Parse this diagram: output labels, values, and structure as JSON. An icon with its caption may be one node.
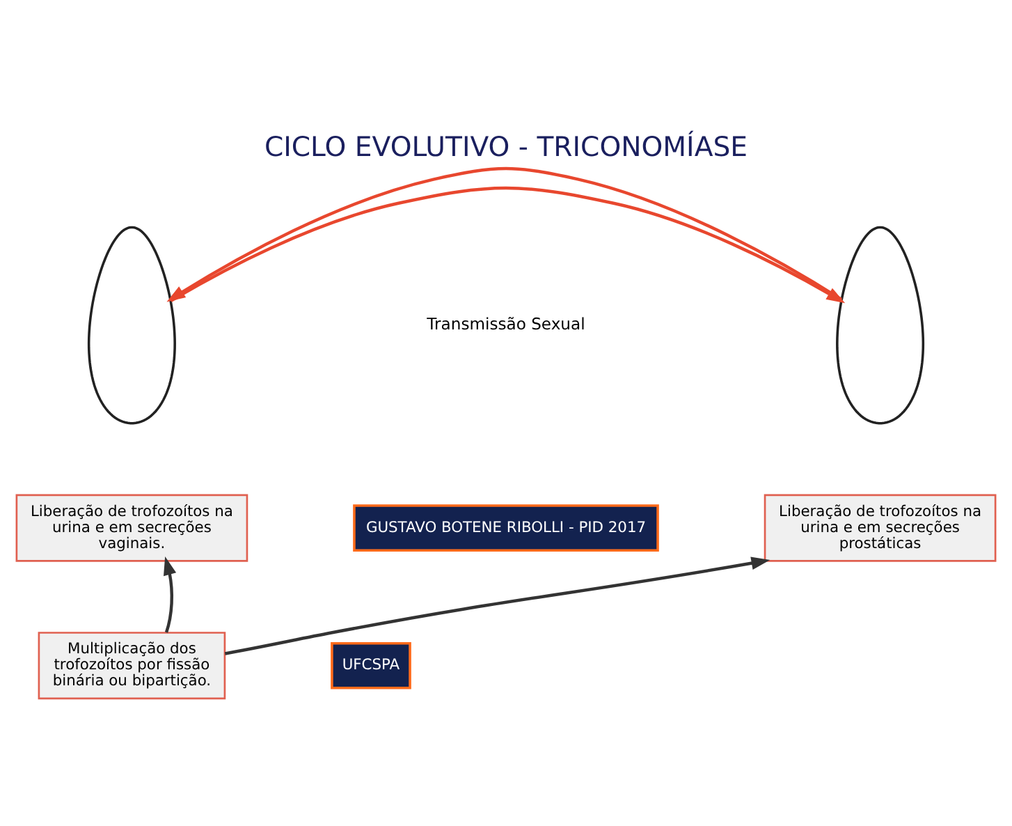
{
  "diagram": {
    "title": "CICLO EVOLUTIVO - TRICONOMÍASE",
    "nodes": [
      {
        "text": [],
        "shape": "person"
      },
      {
        "text": [],
        "shape": "person"
      },
      {
        "text": [
          "Liberação de trofozoítos na urina e em secreções vaginais."
        ]
      },
      {
        "text": [
          "Liberação de trofozoítos na urina e em secreções prostáticas"
        ]
      },
      {
        "text": [
          "Multiplicação dos trofozoítos por fissão binária ou bipartição."
        ]
      }
    ],
    "edges": [
      {
        "from": 0,
        "to": 1,
        "arrow": "to",
        "color": "#e8472e"
      },
      {
        "from": 1,
        "to": 0,
        "arrow": "to",
        "color": "#e8472e"
      },
      {
        "from": 4,
        "to": 2,
        "arrow": "to",
        "color": "#333333"
      },
      {
        "from": 4,
        "to": 3,
        "arrow": "to",
        "color": "#333333"
      }
    ],
    "labels": [
      "Transmissão Sexual",
      "GUSTAVO BOTENE RIBOLLI - PID 2017",
      "UFCSPA"
    ]
  }
}
